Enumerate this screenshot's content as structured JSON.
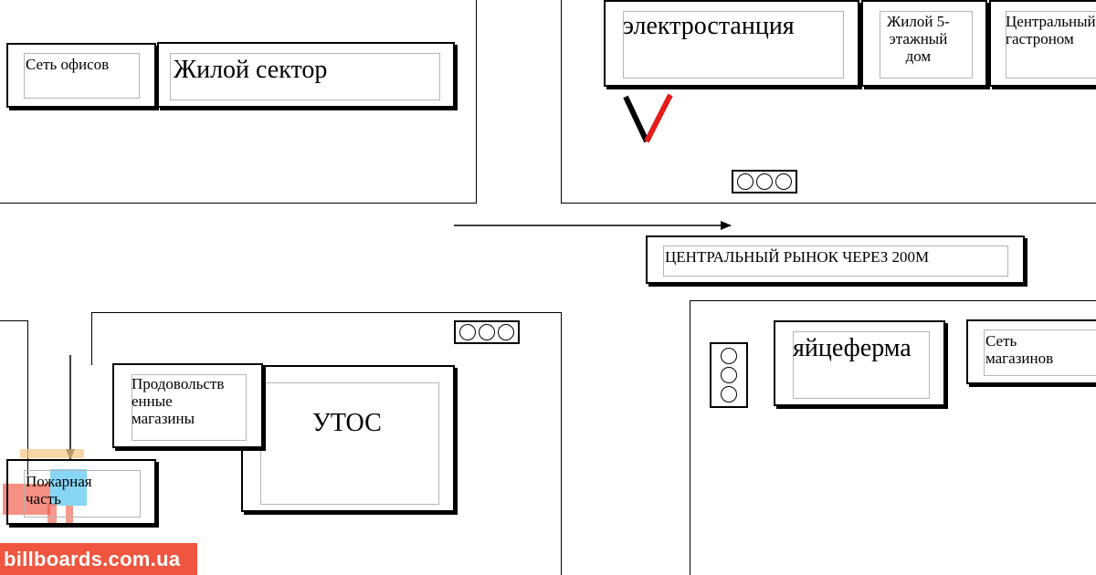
{
  "buildings": {
    "office_network": "Сеть офисов",
    "residential_sector": "Жилой сектор",
    "power_station": "электростанция",
    "residential_5_storey": "Жилой 5-\nэтажный\nдом",
    "central_grocery": "Центральный\nгастроном",
    "central_market_sign": "ЦЕНТРАЛЬНЫЙ РЫНОК ЧЕРЕЗ 200М",
    "food_stores": "Продовольств\nенные\nмагазины",
    "utos": "УТОС",
    "fire_station": "Пожарная\nчасть",
    "egg_farm": "яйцеферма",
    "shop_network": "Сеть\nмагазинов"
  },
  "watermark": {
    "text": "billboards.com.ua",
    "color": "#f0553f"
  }
}
